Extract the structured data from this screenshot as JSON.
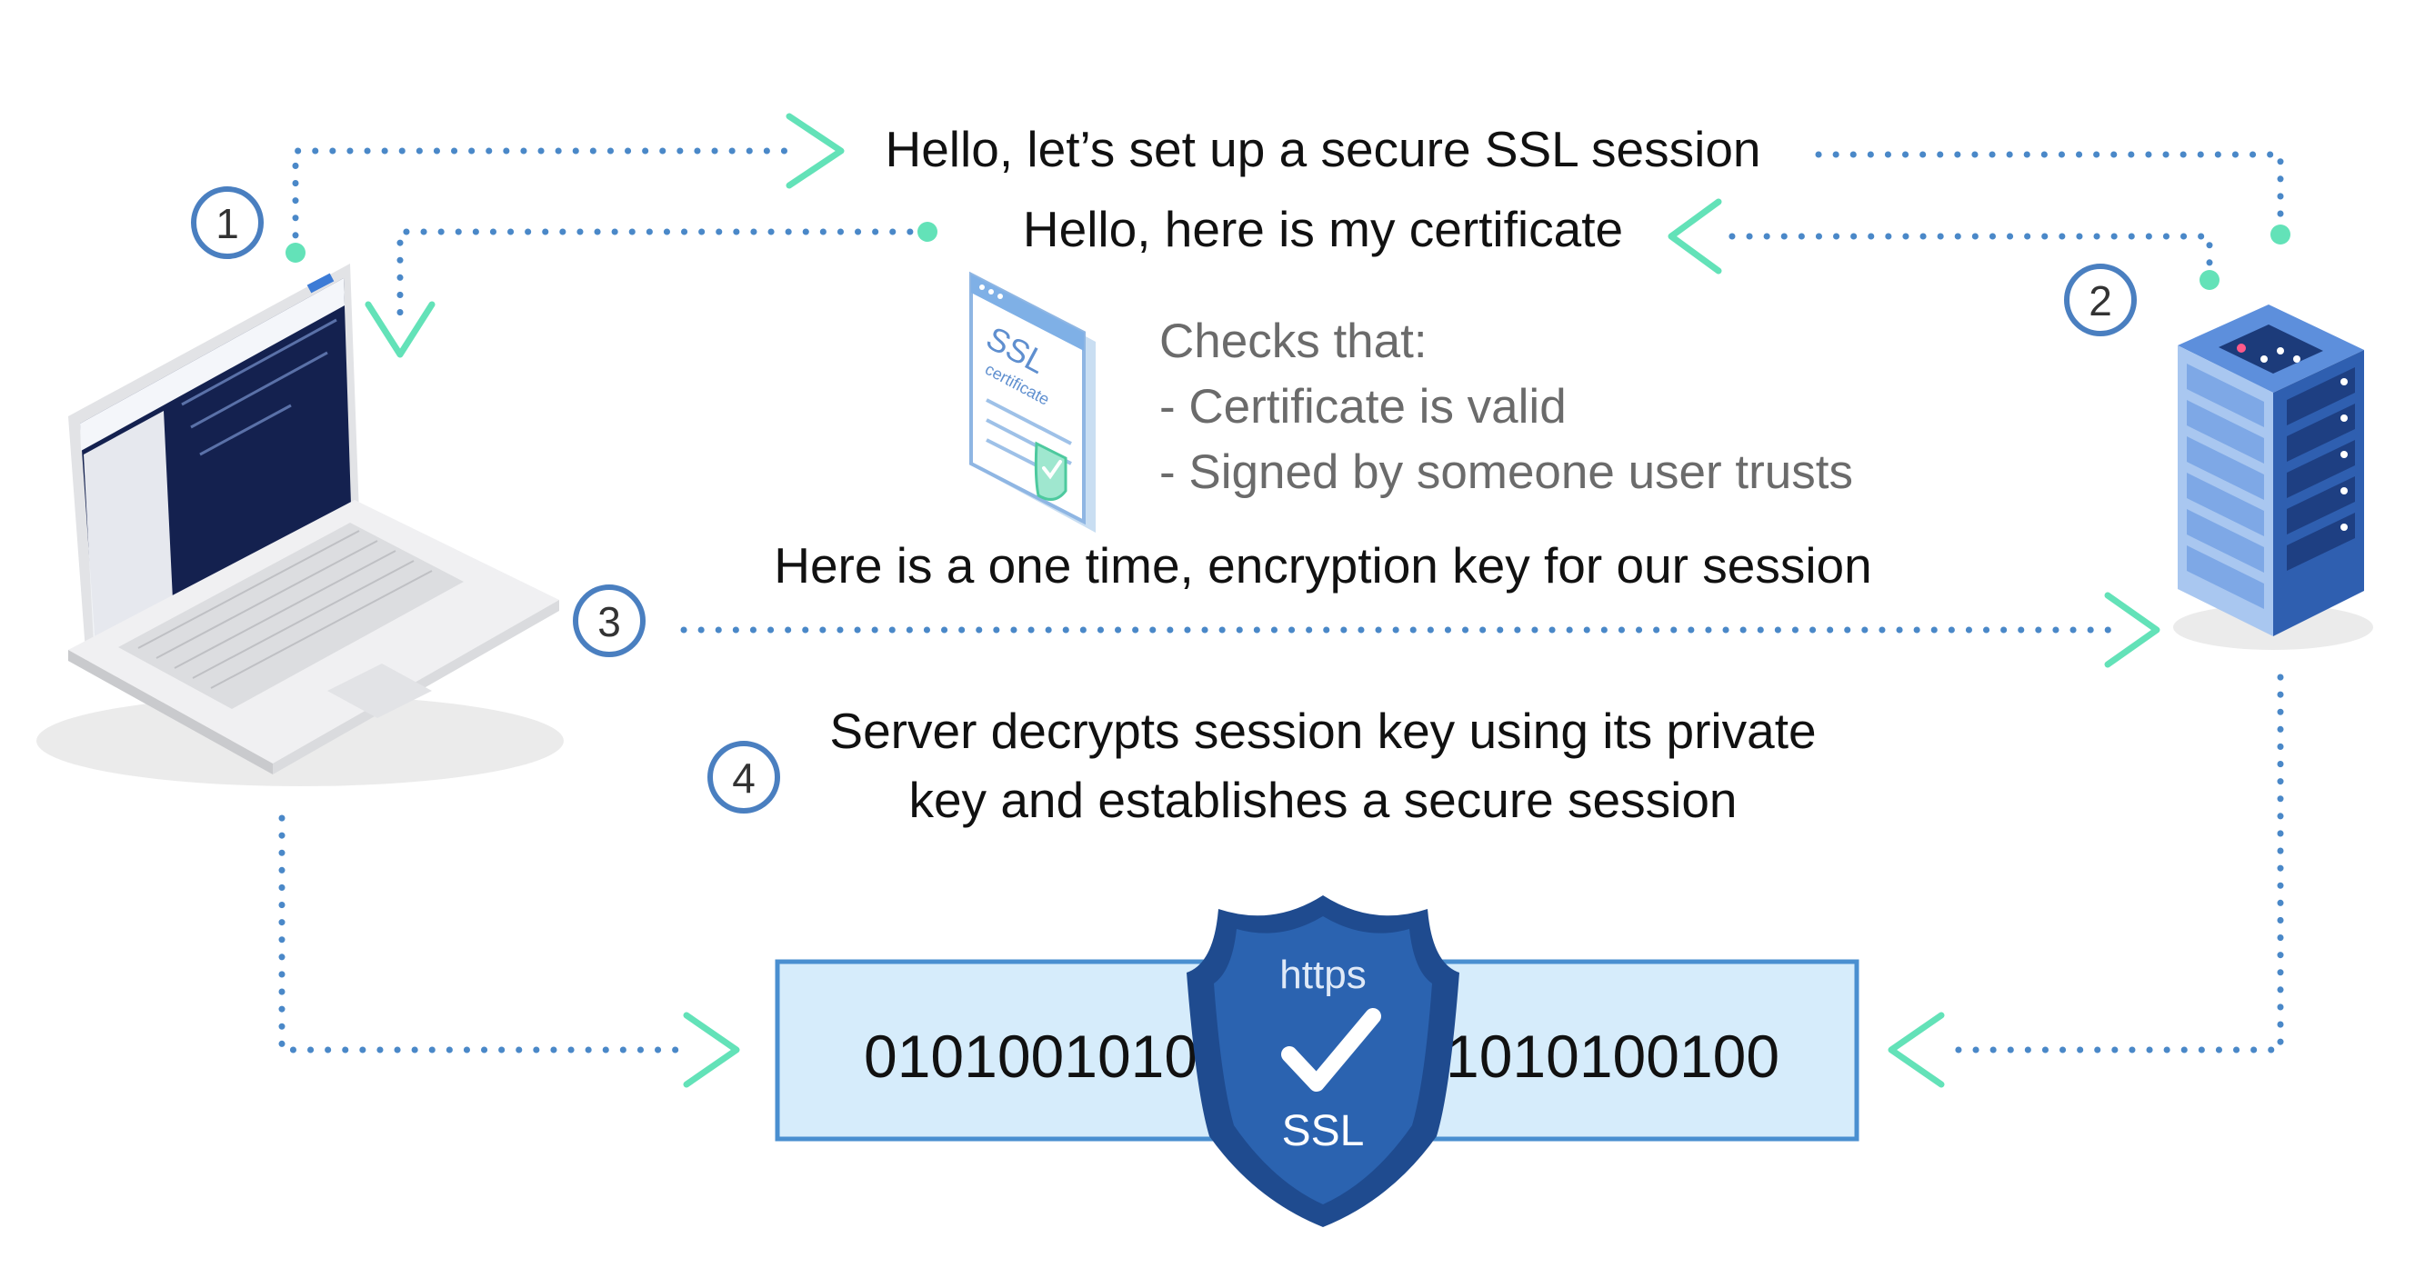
{
  "colors": {
    "dots": "#4a88c8",
    "accent_green": "#63e2b8",
    "step_circle": "#4a7fc0",
    "banner_fill": "#d6ecfb",
    "banner_border": "#4a8fd0",
    "shield_dark": "#1f4b8f",
    "shield_light": "#2b63b0"
  },
  "messages": {
    "hello_client": "Hello, let’s set up a secure SSL session",
    "hello_server": "Hello, here is my certificate",
    "checks_title": "Checks that:",
    "check_1": "- Certificate is valid",
    "check_2": "- Signed by someone user trusts",
    "session_key": "Here is a one time, encryption key for our session",
    "decrypt_line1": "Server decrypts session key using its private",
    "decrypt_line2": "key and establishes a secure session"
  },
  "steps": [
    "1",
    "2",
    "3",
    "4"
  ],
  "certificate": {
    "title": "SSL",
    "subtitle": "certificate"
  },
  "banner": {
    "left_bits": "0101001010",
    "right_bits": "1010100100",
    "protocol": "https",
    "badge": "SSL"
  },
  "icons": {
    "client": "laptop-icon",
    "server": "server-rack-icon",
    "certificate": "certificate-document-icon",
    "secure": "shield-check-icon"
  }
}
